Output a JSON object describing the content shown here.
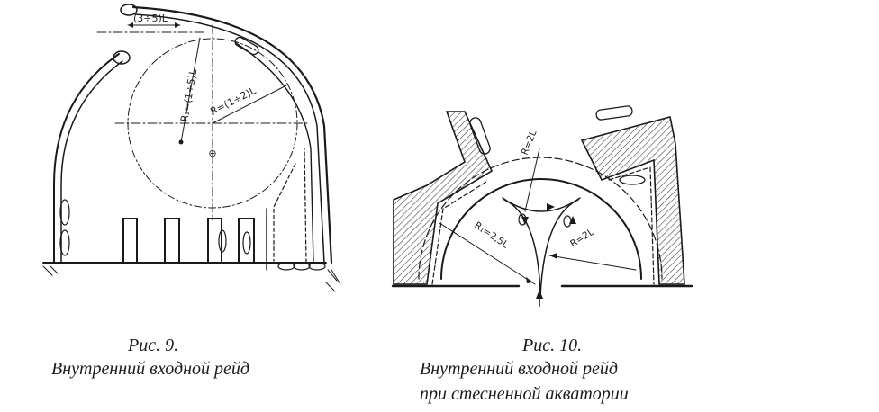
{
  "figure_9": {
    "caption_number": "Рис. 9.",
    "caption_title": "Внутренний входной рейд",
    "dim_label": "(3÷5)L",
    "radius_label_1": "R₁=(1÷5)L",
    "radius_label_2": "R=(1÷2)L"
  },
  "figure_10": {
    "caption_number": "Рис. 10.",
    "caption_title_line1": "Внутренний входной рейд",
    "caption_title_line2": "при стесненной акватории",
    "radius_label_top": "R=2L",
    "radius_label_left": "R₁=2,5L",
    "radius_label_right": "R=2L"
  }
}
